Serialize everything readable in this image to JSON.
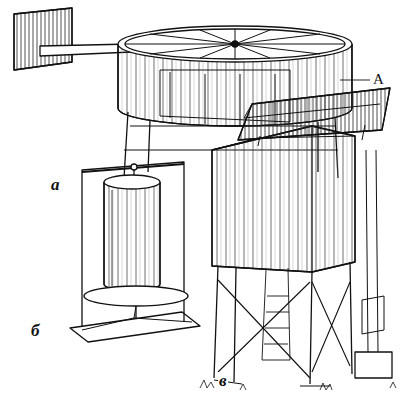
{
  "diagram": {
    "labels": [
      "а",
      "б",
      "в",
      "А"
    ]
  }
}
